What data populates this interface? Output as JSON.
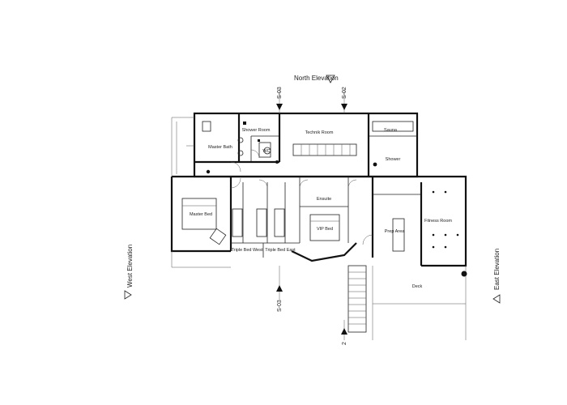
{
  "elevations": {
    "north": "North Elevation",
    "west": "West Elevation",
    "east": "East Elevation"
  },
  "sections": {
    "s03_top": "S-03",
    "s02_top": "S-02",
    "s03_bottom": "S-03",
    "s02_bottom": "2"
  },
  "rooms": {
    "shower_room": "Shower Room",
    "technik_room": "Technik Room",
    "sauna": "Sauna",
    "master_bath": "Master Bath",
    "wc": "WC",
    "shower": "Shower",
    "ensuite": "Ensuite",
    "master_bed": "Master Bed",
    "vip_bed": "VIP Bed",
    "prep_area": "Prep Area",
    "fitness_room": "Fitness Room",
    "triple_bed_west": "Triple Bed West",
    "triple_bed_east": "Triple Bed East",
    "deck": "Deck"
  }
}
